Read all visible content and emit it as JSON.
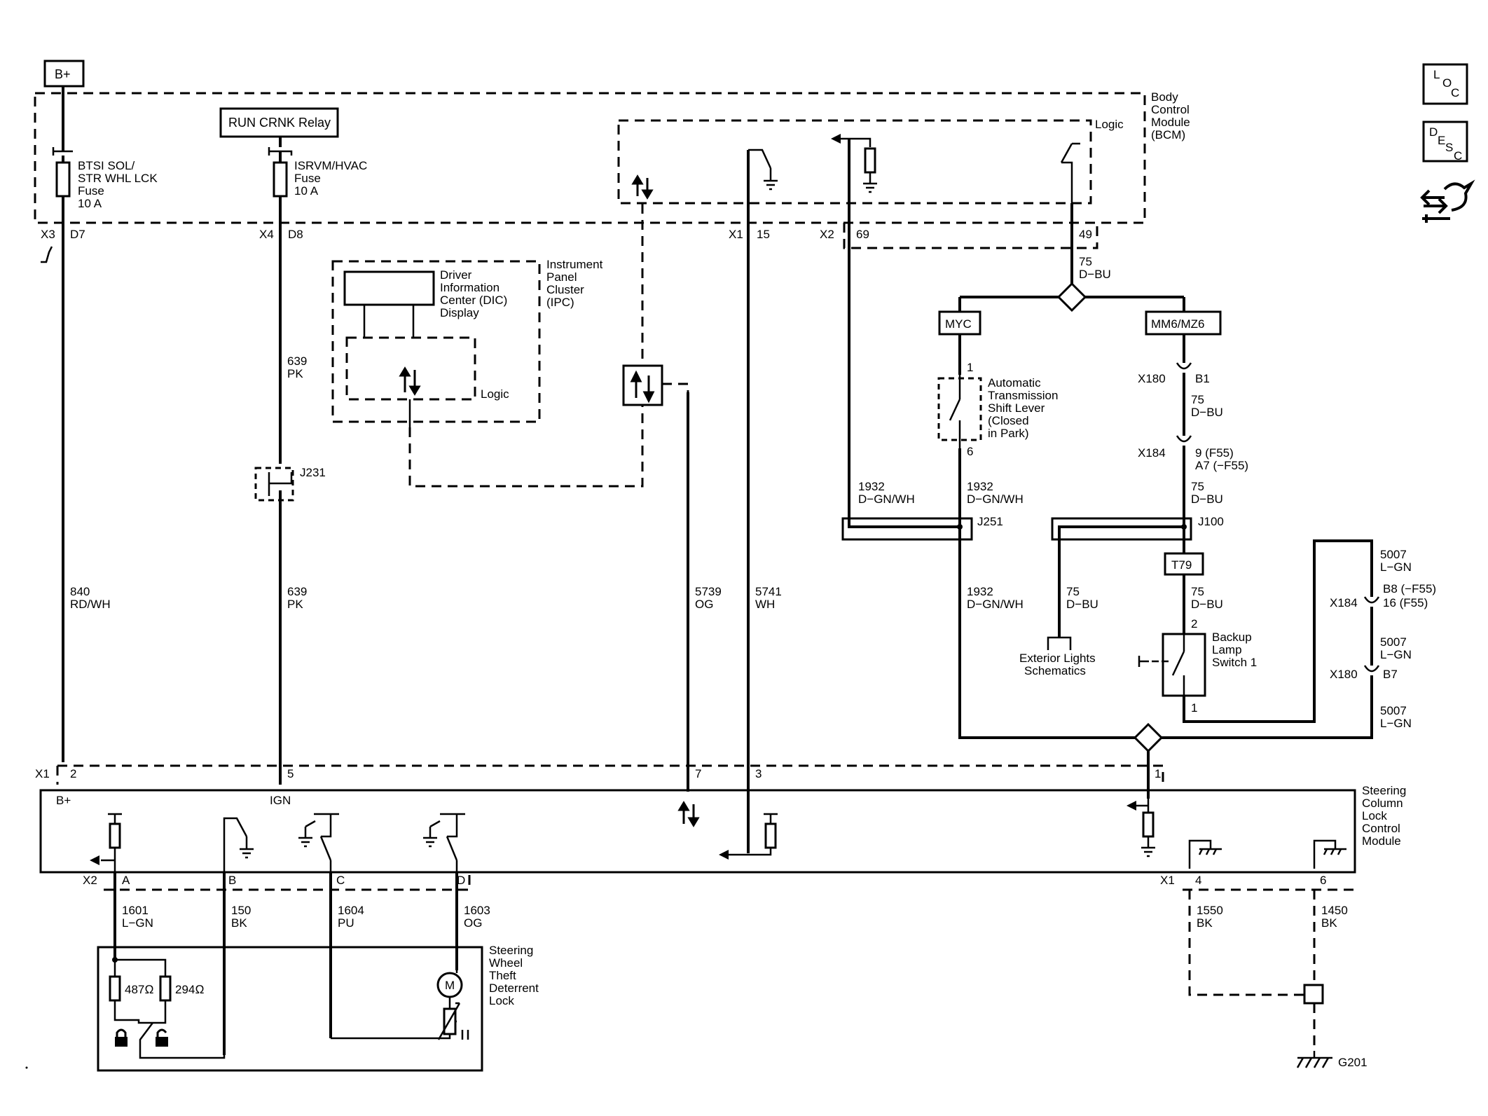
{
  "title_box": "B+",
  "relay_box": "RUN CRNK Relay",
  "side_icons": {
    "loc": [
      "L",
      "O",
      "C"
    ],
    "desc": [
      "D",
      "E",
      "S",
      "C"
    ],
    "nav": "arrows-wrench-icon"
  },
  "modules": {
    "bcm": [
      "Body",
      "Control",
      "Module",
      "(BCM)"
    ],
    "bcm_logic": "Logic",
    "ipc": [
      "Instrument",
      "Panel",
      "Cluster",
      "(IPC)"
    ],
    "dic": [
      "Driver",
      "Information",
      "Center (DIC)",
      "Display"
    ],
    "ipc_logic": "Logic",
    "sclcm": [
      "Steering",
      "Column",
      "Lock",
      "Control",
      "Module"
    ],
    "swtdl": [
      "Steering",
      "Wheel",
      "Theft",
      "Deterrent",
      "Lock"
    ]
  },
  "fuses": {
    "f1": [
      "BTSI SOL/",
      "STR WHL LCK",
      "Fuse",
      "10 A"
    ],
    "f2": [
      "ISRVM/HVAC",
      "Fuse",
      "10 A"
    ]
  },
  "connectors": {
    "x3": "X3",
    "d7": "D7",
    "x4": "X4",
    "d8": "D8",
    "x1_15": "X1",
    "pin15": "15",
    "x2_69": "X2",
    "pin69": "69",
    "pin49": "49",
    "x1_bot": "X1",
    "pin2": "2",
    "pin5": "5",
    "pin7": "7",
    "pin3": "3",
    "pin1": "1",
    "x2_bot": "X2",
    "pa": "A",
    "pb": "B",
    "pc": "C",
    "pd": "D",
    "x1_r": "X1",
    "pin4": "4",
    "pin6": "6",
    "x180a": "X180",
    "b1": "B1",
    "x184a": "X184",
    "pin9": "9 (F55)",
    "a7": "A7 (−F55)",
    "x184b": "X184",
    "b8": "B8 (−F55)",
    "pin16": "16 (F55)",
    "x180b": "X180",
    "b7": "B7",
    "myc_pin1": "1",
    "myc_pin6": "6",
    "bl_pin2": "2",
    "bl_pin1": "1"
  },
  "options": {
    "myc": "MYC",
    "mm6": "MM6/MZ6",
    "t79": "T79"
  },
  "splices": {
    "j231": "J231",
    "j251": "J251",
    "j100": "J100"
  },
  "wires": {
    "w840": [
      "840",
      "RD/WH"
    ],
    "w639a": [
      "639",
      "PK"
    ],
    "w639b": [
      "639",
      "PK"
    ],
    "w5739": [
      "5739",
      "OG"
    ],
    "w5741": [
      "5741",
      "WH"
    ],
    "w1932a": [
      "1932",
      "D−GN/WH"
    ],
    "w1932b": [
      "1932",
      "D−GN/WH"
    ],
    "w1932c": [
      "1932",
      "D−GN/WH"
    ],
    "w75a": [
      "75",
      "D−BU"
    ],
    "w75b": [
      "75",
      "D−BU"
    ],
    "w75c": [
      "75",
      "D−BU"
    ],
    "w75d": [
      "75",
      "D−BU"
    ],
    "w75e": [
      "75",
      "D−BU"
    ],
    "w5007a": [
      "5007",
      "L−GN"
    ],
    "w5007b": [
      "5007",
      "L−GN"
    ],
    "w5007c": [
      "5007",
      "L−GN"
    ],
    "w1601": [
      "1601",
      "L−GN"
    ],
    "w150": [
      "150",
      "BK"
    ],
    "w1604": [
      "1604",
      "PU"
    ],
    "w1603": [
      "1603",
      "OG"
    ],
    "w1550": [
      "1550",
      "BK"
    ],
    "w1450": [
      "1450",
      "BK"
    ]
  },
  "components": {
    "shift_lever": [
      "Automatic",
      "Transmission",
      "Shift Lever",
      "(Closed",
      "in Park)"
    ],
    "backup_switch": [
      "Backup",
      "Lamp",
      "Switch 1"
    ],
    "ext_lights": [
      "Exterior Lights",
      "Schematics"
    ],
    "r487": "487Ω",
    "r294": "294Ω",
    "motor": "M"
  },
  "module_pins": {
    "bplus": "B+",
    "ign": "IGN"
  },
  "ground": "G201"
}
